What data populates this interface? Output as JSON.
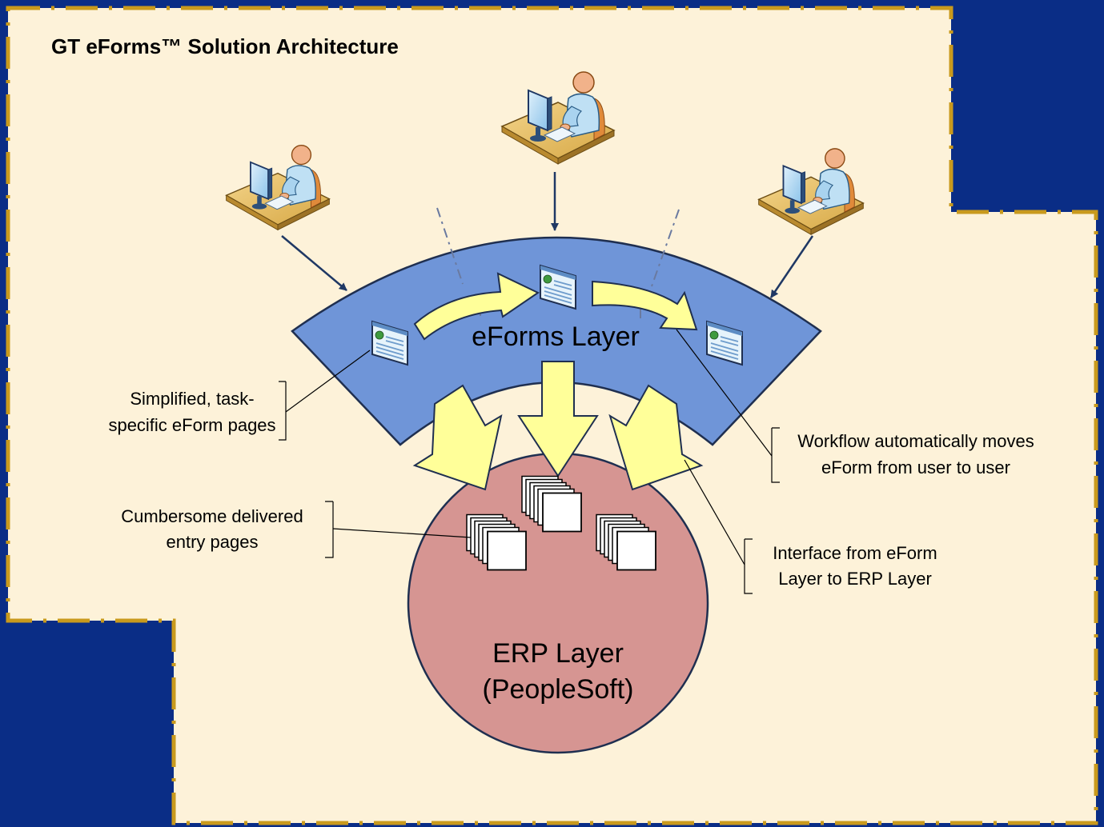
{
  "title": "GT eForms™ Solution Architecture",
  "eforms_layer": {
    "label": "eForms Layer"
  },
  "erp_layer": {
    "label_line1": "ERP Layer",
    "label_line2": "(PeopleSoft)"
  },
  "callouts": {
    "simplified": {
      "line1": "Simplified, task-",
      "line2": "specific eForm pages"
    },
    "workflow": {
      "line1": "Workflow automatically moves",
      "line2": "eForm from user to user"
    },
    "cumbersome": {
      "line1": "Cumbersome delivered",
      "line2": "entry pages"
    },
    "interface": {
      "line1": "Interface from eForm",
      "line2": "Layer to ERP Layer"
    }
  },
  "icons": {
    "user": "user-at-workstation-icon",
    "eform": "eform-page-icon",
    "page_stack": "page-stack-icon"
  },
  "colors": {
    "background": "#0a2d86",
    "panel": "#fdf2d9",
    "panel_border": "#c99a1d",
    "eforms_layer": "#6f95d8",
    "erp_layer": "#d69592",
    "arrow_fill": "#ffff99"
  }
}
